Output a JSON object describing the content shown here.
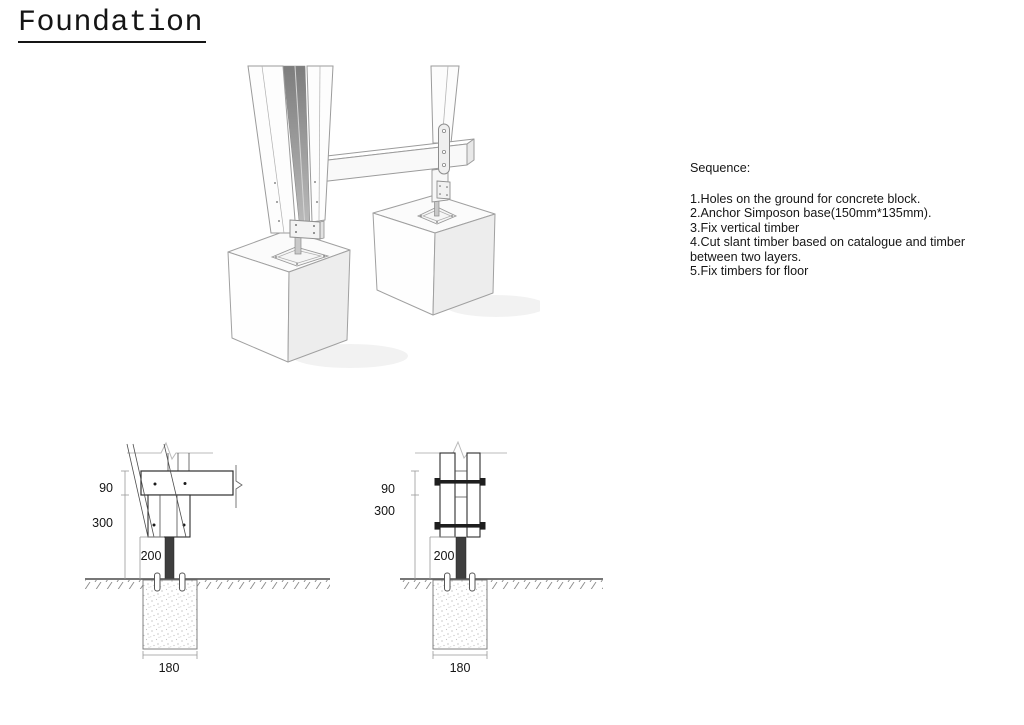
{
  "title": "Foundation",
  "sequence": {
    "heading": "Sequence:",
    "steps": [
      "1.Holes on the ground for concrete block.",
      "2.Anchor Simposon base(150mm*135mm).",
      "3.Fix vertical timber",
      "4.Cut slant timber based on catalogue and timber between two layers.",
      "5.Fix timbers for floor"
    ]
  },
  "details": {
    "left": {
      "beam_depth": "90",
      "post_height": "300",
      "anchor_length": "200",
      "footing_width": "180"
    },
    "right": {
      "beam_depth": "90",
      "post_height": "300",
      "anchor_length": "200",
      "footing_width": "180"
    }
  },
  "palette": {
    "steel": "#3e3e3e",
    "line": "#2e2e2e",
    "dim": "#999999",
    "ink": "#161616"
  }
}
